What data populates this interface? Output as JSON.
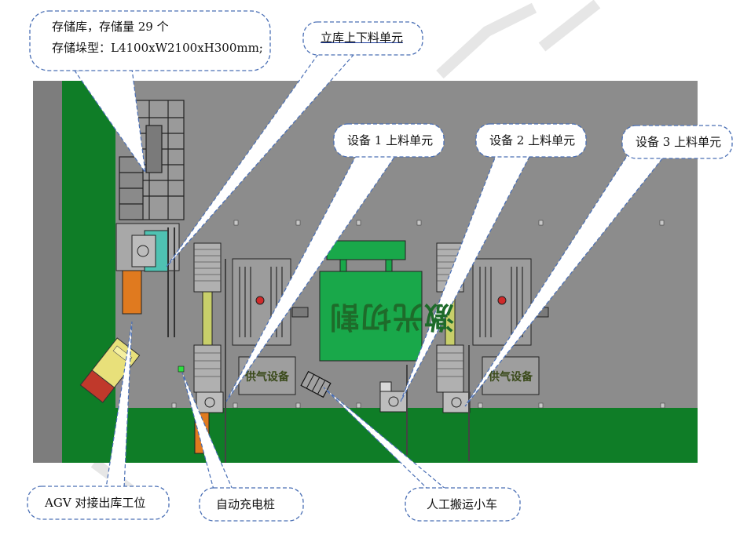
{
  "callouts": {
    "storage": {
      "line1": "存储库，存储量 29 个",
      "line2": "存储垛型：L4100xW2100xH300mm;"
    },
    "stacker_unit": "立库上下料单元",
    "device1": "设备 1 上料单元",
    "device2": "设备 2 上料单元",
    "device3": "设备 3 上料单元",
    "agv_station": "AGV 对接出库工位",
    "charging": "自动充电桩",
    "manual_cart": "人工搬运小车"
  },
  "floor": {
    "laser_cutting": "激光切割",
    "gas_supply_1": "供气设备",
    "gas_supply_2": "供气设备"
  },
  "colors": {
    "floor_gray": "#8c8c8c",
    "walkway_green": "#0f7d27",
    "machine_green": "#19a84a",
    "orange": "#e07a1f",
    "bubble_border": "#4a6fb5"
  }
}
